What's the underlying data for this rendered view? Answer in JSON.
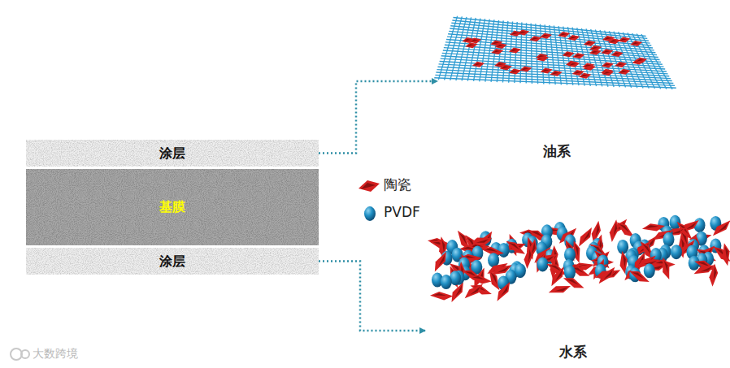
{
  "diagram": {
    "nodes": [
      {
        "text": [
          "涂层"
        ]
      },
      {
        "text": [
          "基膜"
        ]
      },
      {
        "text": [
          "涂层"
        ]
      },
      {
        "text": [
          "油系"
        ]
      },
      {
        "text": [
          "水系"
        ]
      }
    ],
    "edges": [
      {
        "from": 0,
        "to": 3,
        "arrow": "to"
      },
      {
        "from": 2,
        "to": 4,
        "arrow": "to"
      }
    ],
    "labels": [
      "大数跨境"
    ],
    "legend": [
      {
        "text": "陶瓷"
      },
      {
        "text": "PVDF"
      }
    ]
  }
}
